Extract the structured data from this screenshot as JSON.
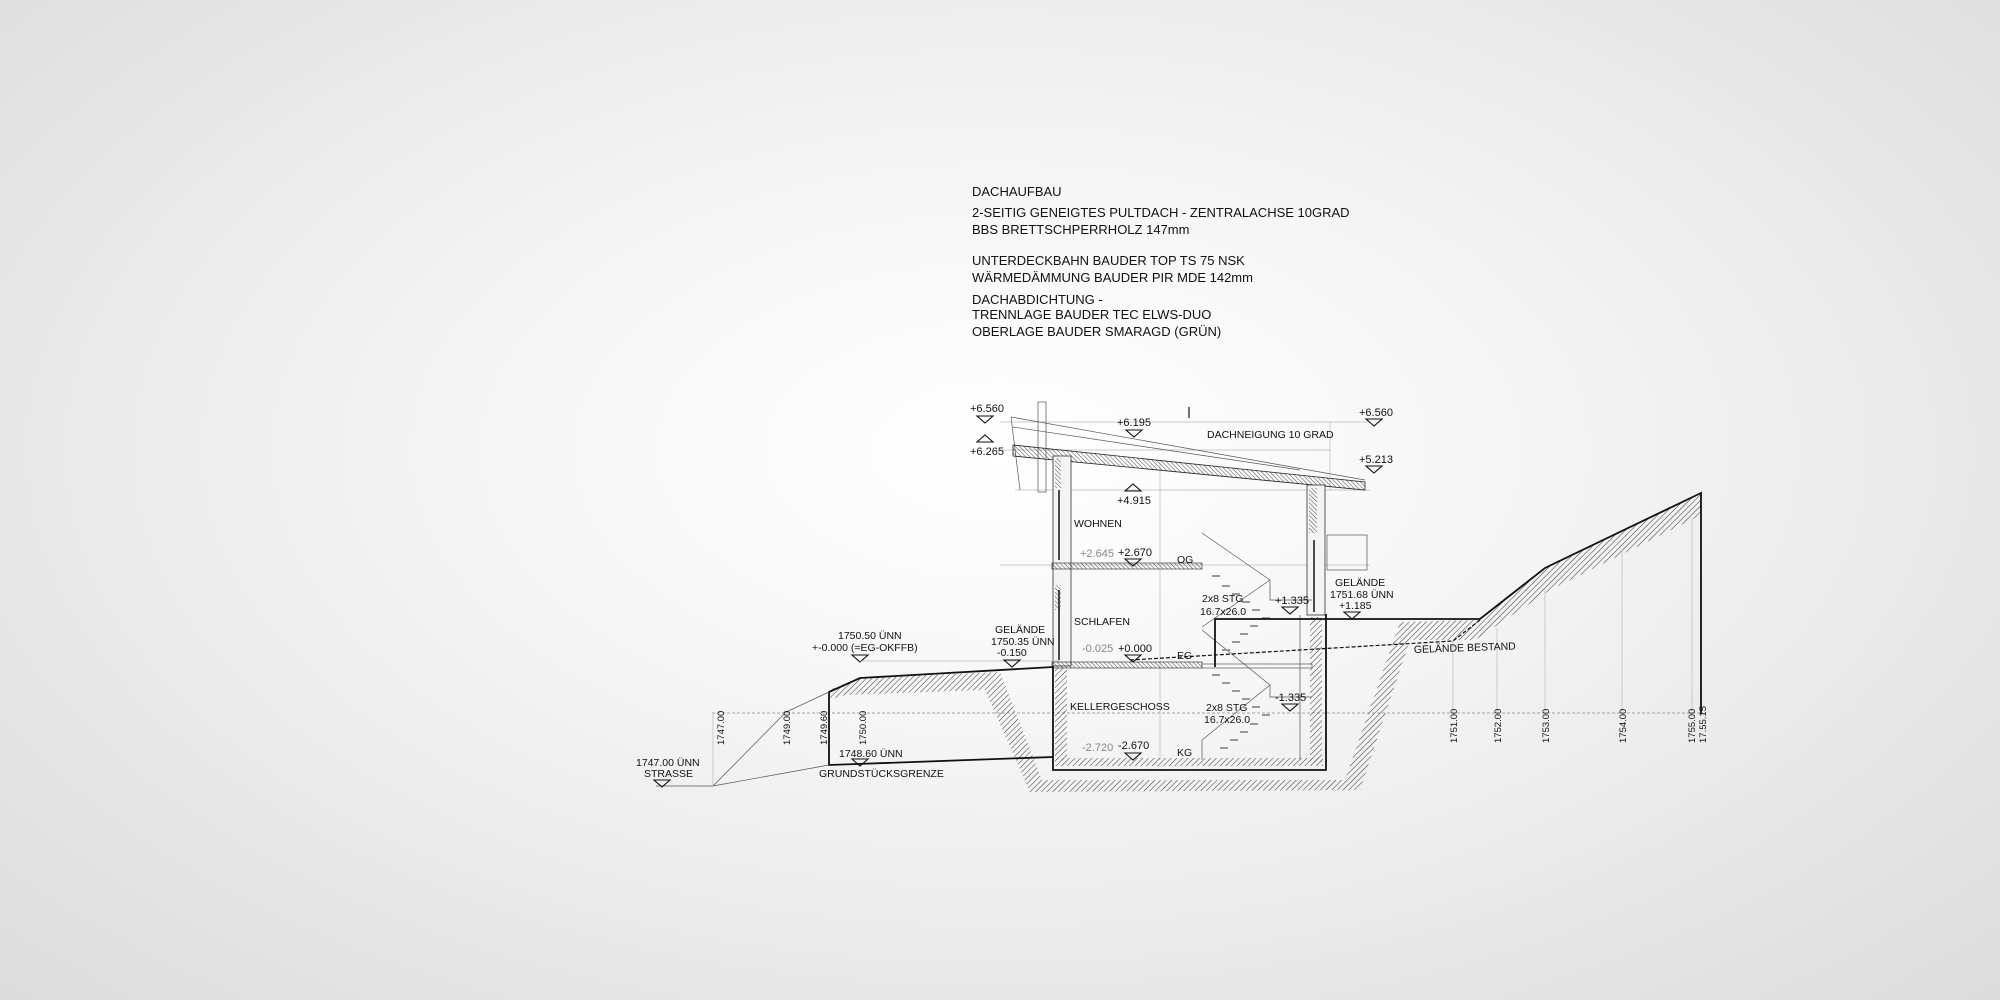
{
  "roof_notes": {
    "heading": "DACHAUFBAU",
    "lines": [
      "2-SEITIG GENEIGTES PULTDACH - ZENTRALACHSE 10GRAD",
      "BBS BRETTSCHPERRHOLZ 147mm",
      "UNTERDECKBAHN BAUDER TOP TS 75 NSK",
      "WÄRMEDÄMMUNG BAUDER PIR MDE 142mm",
      "DACHABDICHTUNG -",
      "TRENNLAGE BAUDER TEC ELWS-DUO",
      "OBERLAGE BAUDER SMARAGD (GRÜN)"
    ]
  },
  "levels": {
    "roof_top_left": "+6.560",
    "roof_under_left": "+6.265",
    "roof_mid": "+6.195",
    "ceiling_og": "+4.915",
    "roof_top_right": "+6.560",
    "eaves_right": "+5.213",
    "og_raw": "+2.645",
    "og_finished": "+2.670",
    "eg_raw": "-0.025",
    "eg_finished": "+0.000",
    "kg_raw": "-2.720",
    "kg_finished": "-2.670",
    "stair_landing_upper": "+1.335",
    "stair_landing_lower": "-1.335"
  },
  "labels": {
    "axis_mark": "I",
    "roof_pitch": "DACHNEIGUNG 10 GRAD",
    "room_og": "WOHNEN",
    "room_eg": "SCHLAFEN",
    "room_kg": "KELLERGESCHOSS",
    "floor_og": "OG",
    "floor_eg": "EG",
    "floor_kg": "KG",
    "stair_upper": [
      "2x8 STG",
      "16.7x26.0"
    ],
    "stair_lower": [
      "2x8 STG",
      "16.7x26.0"
    ],
    "datum": [
      "1750.50 ÜNN",
      "+-0.000 (=EG-OKFFB)"
    ],
    "terrain_left": [
      "GELÄNDE",
      "1750.35 ÜNN",
      "-0.150"
    ],
    "terrain_right": [
      "GELÄNDE",
      "1751.68 ÜNN",
      "+1.185"
    ],
    "street": [
      "1747.00 ÜNN",
      "STRASSE"
    ],
    "boundary_level": "1748.60 ÜNN",
    "boundary": "GRUNDSTÜCKSGRENZE",
    "existing_terrain": "GELÄNDE BESTAND",
    "section_title": "SCHNITT AA 1:100"
  },
  "elevation_ticks_left": [
    "1747.00",
    "1749.00",
    "1749.60",
    "1750.00"
  ],
  "elevation_ticks_right": [
    "1751.00",
    "1752.00",
    "1753.00",
    "1754.00",
    "1755.00",
    "17.55.15"
  ]
}
